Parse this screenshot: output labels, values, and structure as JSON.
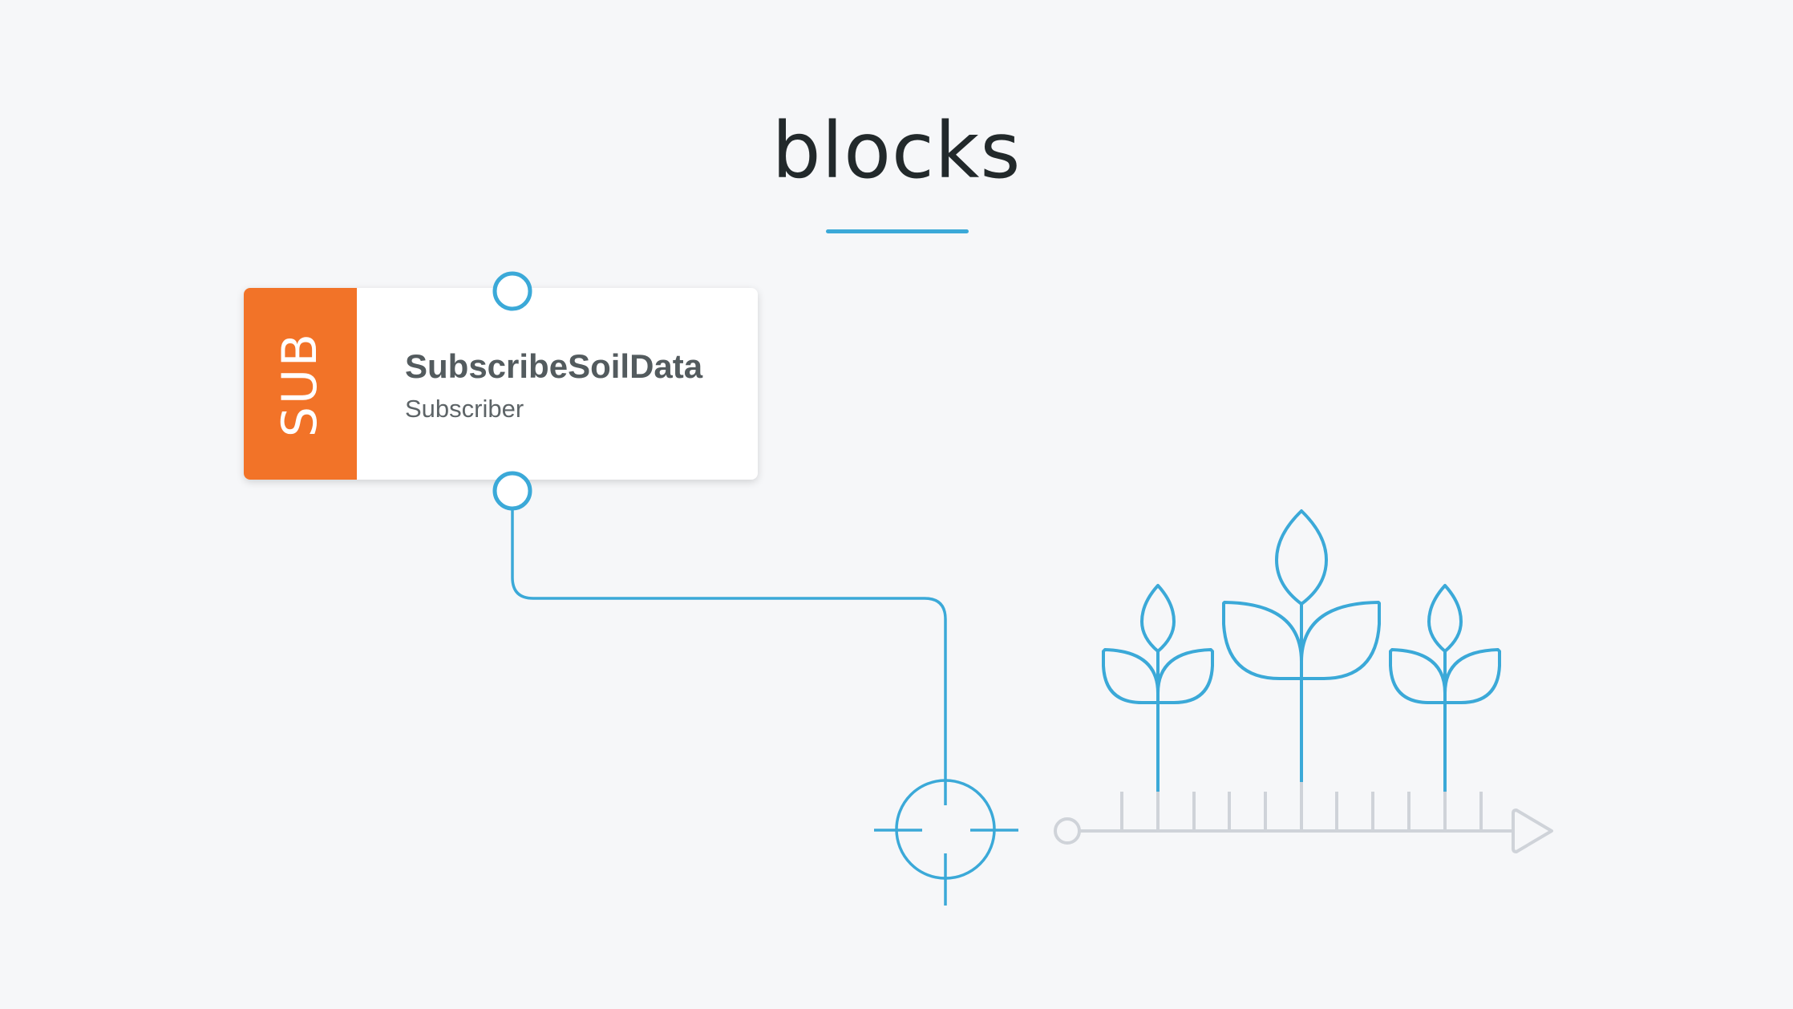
{
  "title": "blocks",
  "colors": {
    "accent": "#3ba9d8",
    "tag": "#f27328",
    "timeline": "#cfd3d9",
    "background": "#f6f7f9"
  },
  "block": {
    "tag": "SUB",
    "name": "SubscribeSoilData",
    "type": "Subscriber"
  },
  "icons": {
    "target": "crosshair-target-icon",
    "plants": "growing-plants-icon",
    "timeline": "timeline-arrow-icon"
  }
}
